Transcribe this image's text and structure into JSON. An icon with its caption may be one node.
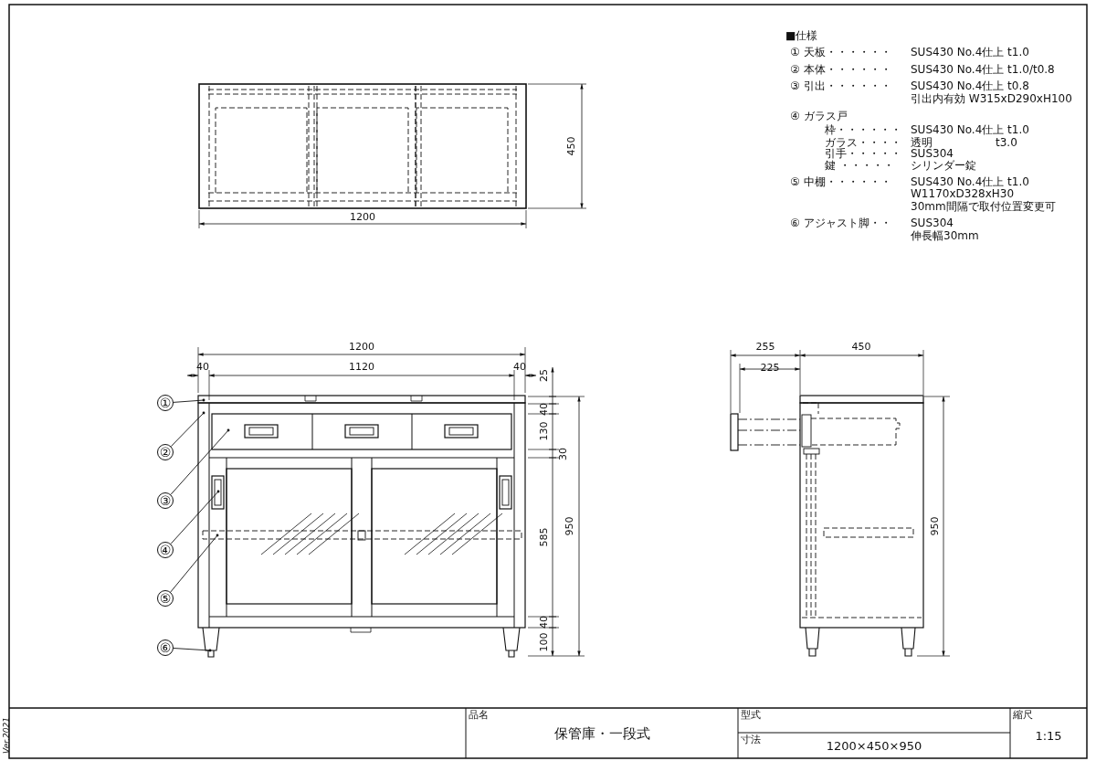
{
  "diagram": {
    "nodes": [
      {
        "text": [
          "①"
        ]
      },
      {
        "text": [
          "②"
        ]
      },
      {
        "text": [
          "③"
        ]
      },
      {
        "text": [
          "④"
        ]
      },
      {
        "text": [
          "⑤"
        ]
      },
      {
        "text": [
          "⑥"
        ]
      }
    ],
    "edges": [
      {
        "from": 0,
        "to": null,
        "arrow": "other"
      },
      {
        "from": 1,
        "to": null,
        "arrow": "other"
      },
      {
        "from": 2,
        "to": null,
        "arrow": "other"
      },
      {
        "from": 3,
        "to": null,
        "arrow": "other"
      },
      {
        "from": 4,
        "to": null,
        "arrow": "other"
      },
      {
        "from": 5,
        "to": null,
        "arrow": "other"
      }
    ],
    "labels": [
      "■仕様",
      "① 天板・・・・・・",
      "SUS430 No.4仕上 t1.0",
      "② 本体・・・・・・",
      "SUS430 No.4仕上 t1.0/t0.8",
      "③ 引出・・・・・・",
      "SUS430 No.4仕上 t0.8",
      "引出内有効 W315xD290xH100",
      "④ ガラス戸",
      "枠・・・・・・",
      "SUS430 No.4仕上 t1.0",
      "ガラス・・・・",
      "透明",
      "t3.0",
      "引手・・・・・",
      "SUS304",
      "鍵 ・・・・・",
      "シリンダー錠",
      "⑤ 中棚・・・・・・",
      "SUS430 No.4仕上 t1.0",
      "W1170xD328xH30",
      "30mm間隔で取付位置変更可",
      "⑥ アジャスト脚・・",
      "SUS304",
      "伸長幅30mm",
      "450",
      "1200",
      "1200",
      "40",
      "1120",
      "40",
      "25",
      "40",
      "130",
      "30",
      "585",
      "40",
      "100",
      "950",
      "255",
      "450",
      "225",
      "950",
      "品名",
      "保管庫・一段式",
      "型式",
      "寸法",
      "1200×450×950",
      "縮尺",
      "1:15",
      "Ver.2021"
    ]
  }
}
